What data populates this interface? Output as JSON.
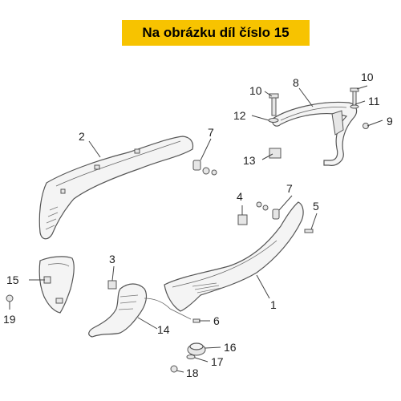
{
  "banner": {
    "text": "Na obrázku díl číslo 15",
    "color": "#f7c300"
  },
  "callouts": [
    "1",
    "2",
    "3",
    "4",
    "5",
    "6",
    "7",
    "7",
    "8",
    "9",
    "10",
    "10",
    "11",
    "12",
    "13",
    "14",
    "15",
    "16",
    "17",
    "18",
    "19"
  ]
}
